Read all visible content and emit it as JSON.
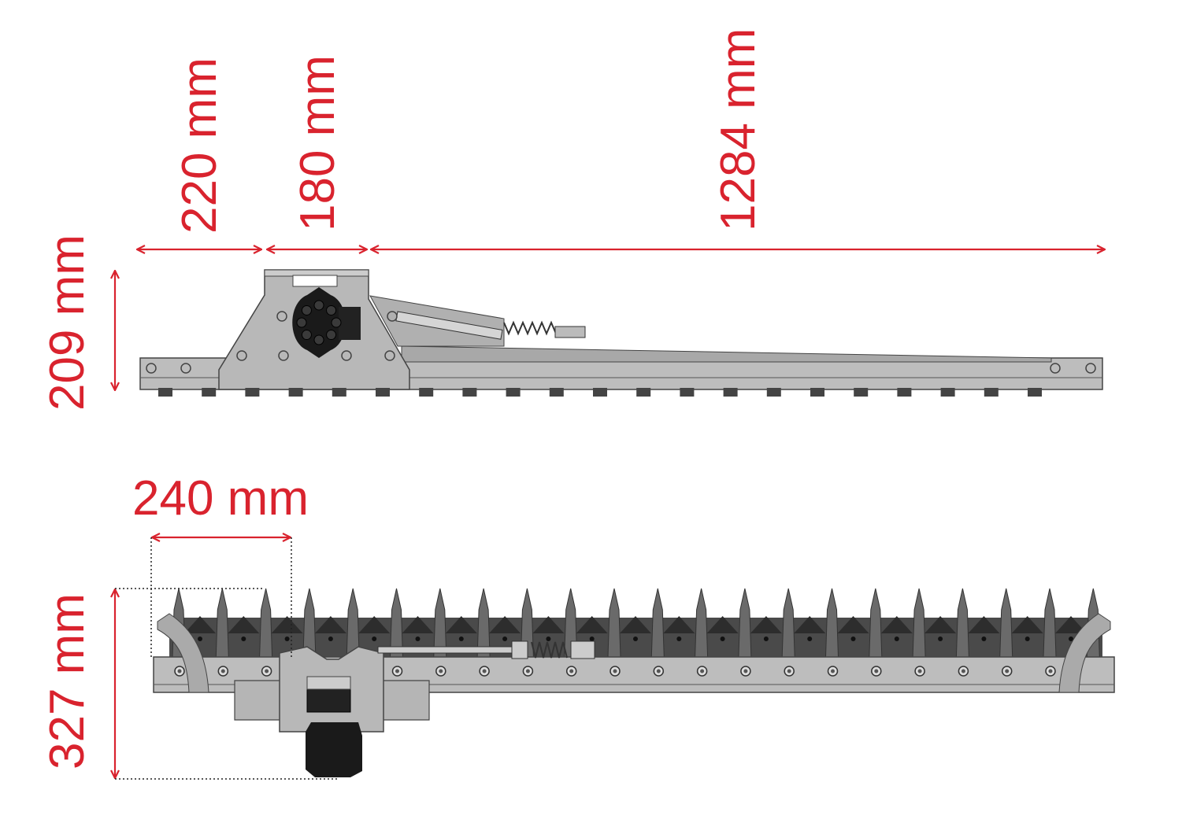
{
  "colors": {
    "dimension": "#d9232e",
    "steel": "#b4b4b4",
    "dark_steel": "#555555",
    "motor": "#1a1a1a"
  },
  "side_view": {
    "dim_width_1": "220 mm",
    "dim_width_2": "180 mm",
    "dim_width_3": "1284 mm",
    "dim_height": "209 mm"
  },
  "top_view": {
    "dim_offset": "240 mm",
    "dim_depth": "327 mm",
    "teeth_count": 22
  }
}
